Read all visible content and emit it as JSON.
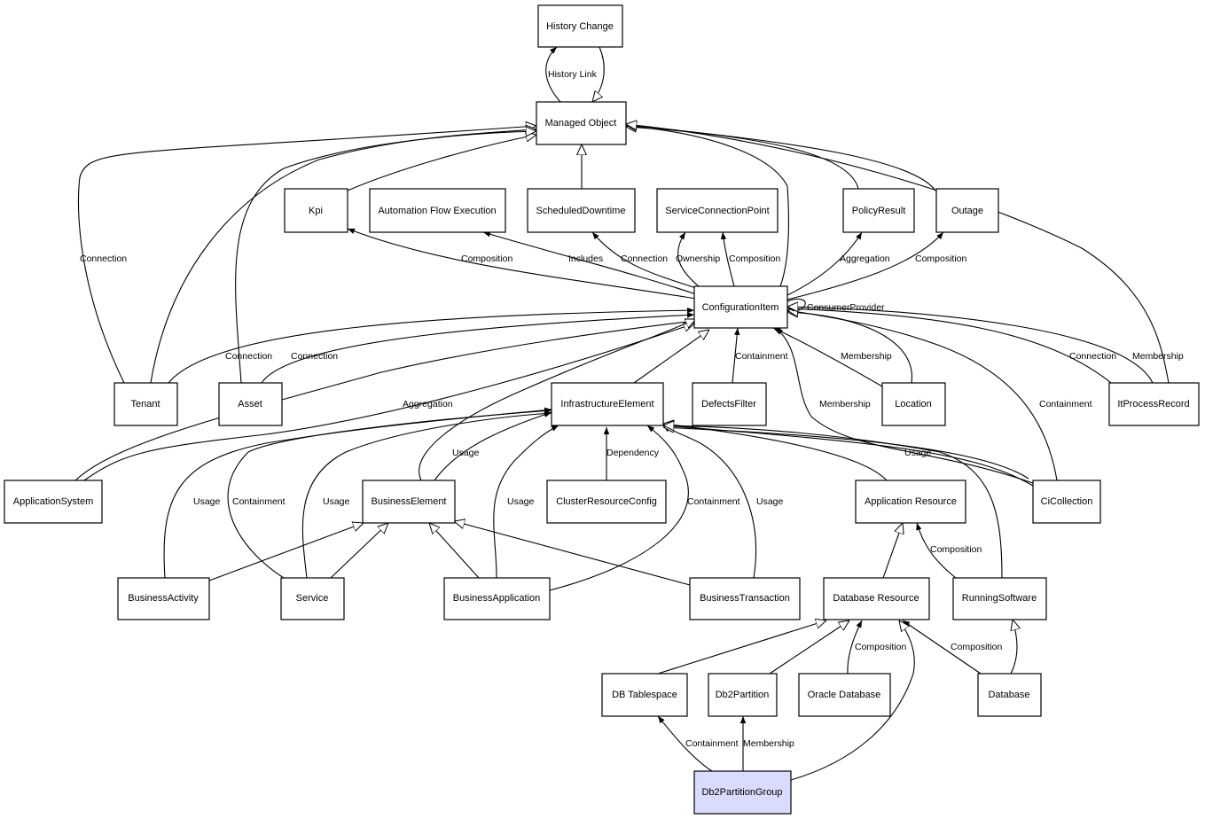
{
  "colors": {
    "background": "#ffffff",
    "node_fill": "#ffffff",
    "focus_fill": "#d9dbff",
    "stroke": "#000000"
  },
  "nodes": {
    "history_change": "History Change",
    "managed_object": "Managed Object",
    "kpi": "Kpi",
    "automation_flow_execution": "Automation Flow Execution",
    "scheduled_downtime": "ScheduledDowntime",
    "service_connection_point": "ServiceConnectionPoint",
    "policy_result": "PolicyResult",
    "outage": "Outage",
    "configuration_item": "ConfigurationItem",
    "tenant": "Tenant",
    "asset": "Asset",
    "infrastructure_element": "InfrastructureElement",
    "defects_filter": "DefectsFilter",
    "location": "Location",
    "it_process_record": "ItProcessRecord",
    "application_system": "ApplicationSystem",
    "business_element": "BusinessElement",
    "cluster_resource_config": "ClusterResourceConfig",
    "application_resource": "Application Resource",
    "ci_collection": "CiCollection",
    "business_activity": "BusinessActivity",
    "service": "Service",
    "business_application": "BusinessApplication",
    "business_transaction": "BusinessTransaction",
    "database_resource": "Database Resource",
    "running_software": "RunningSoftware",
    "db_tablespace": "DB Tablespace",
    "db2_partition": "Db2Partition",
    "oracle_database": "Oracle Database",
    "database": "Database",
    "db2_partition_group": "Db2PartitionGroup"
  },
  "edge_labels": {
    "history_link": "History Link",
    "connection_tenant": "Connection",
    "composition_kpi": "Composition",
    "includes": "Includes",
    "connection_sd": "Connection",
    "ownership": "Ownership",
    "composition_scp": "Composition",
    "aggregation_policy": "Aggregation",
    "composition_outage": "Composition",
    "consumer_provider": "ConsumerProvider",
    "connection_tenant_ci": "Connection",
    "connection_asset_ci": "Connection",
    "containment_defects": "Containment",
    "membership_location": "Membership",
    "connection_itpr": "Connection",
    "membership_itpr": "Membership",
    "aggregation_appsys": "Aggregation",
    "membership_cicoll": "Membership",
    "containment_cicoll": "Containment",
    "usage_be": "Usage",
    "dependency": "Dependency",
    "usage_cicoll": "Usage",
    "usage_ba": "Usage",
    "containment_service": "Containment",
    "usage_service": "Usage",
    "usage_bapp": "Usage",
    "containment_bapp": "Containment",
    "usage_bt": "Usage",
    "composition_rs": "Composition",
    "composition_oracle": "Composition",
    "composition_database": "Composition",
    "containment_dbpg": "Containment",
    "membership_dbpg": "Membership"
  }
}
